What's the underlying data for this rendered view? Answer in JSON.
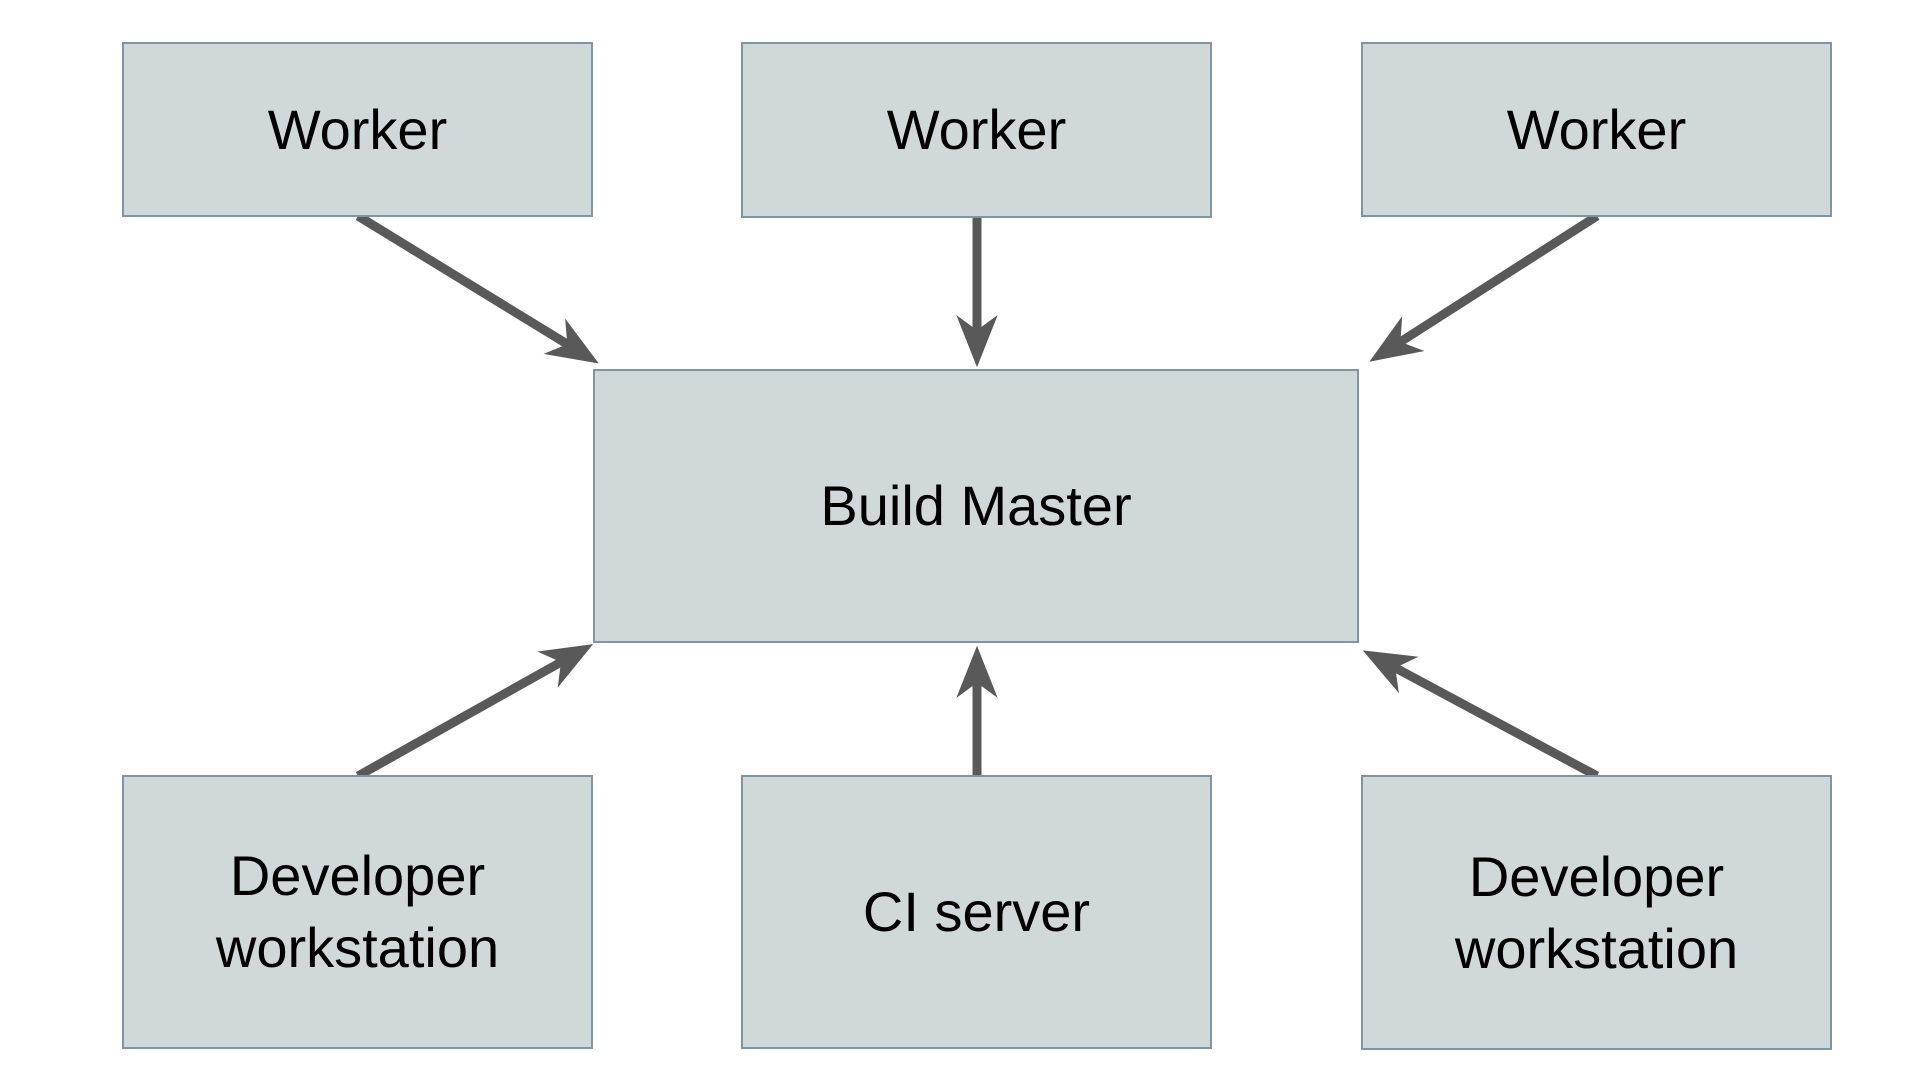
{
  "nodes": {
    "worker1": {
      "label": "Worker"
    },
    "worker2": {
      "label": "Worker"
    },
    "worker3": {
      "label": "Worker"
    },
    "build_master": {
      "label": "Build Master"
    },
    "dev_workstation_left": {
      "label": "Developer workstation"
    },
    "ci_server": {
      "label": "CI server"
    },
    "dev_workstation_right": {
      "label": "Developer workstation"
    }
  },
  "edges": [
    {
      "from": "worker1",
      "to": "build_master"
    },
    {
      "from": "worker2",
      "to": "build_master"
    },
    {
      "from": "worker3",
      "to": "build_master"
    },
    {
      "from": "dev_workstation_left",
      "to": "build_master"
    },
    {
      "from": "ci_server",
      "to": "build_master"
    },
    {
      "from": "dev_workstation_right",
      "to": "build_master"
    }
  ],
  "colors": {
    "background": "#ffffff",
    "node_fill": "#d1d8da",
    "node_border": "#8195a1",
    "arrow": "#595959",
    "text": "#000000"
  }
}
